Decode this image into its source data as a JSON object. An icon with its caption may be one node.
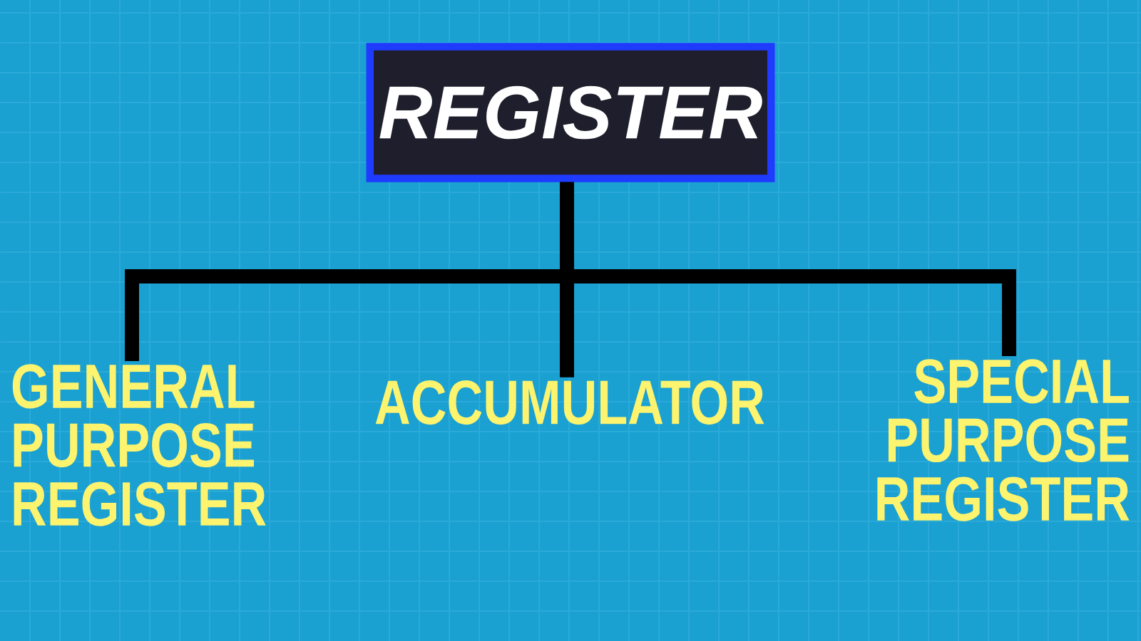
{
  "diagram": {
    "nodes": [
      {
        "text": [
          "REGISTER"
        ]
      },
      {
        "text": [
          "GENERAL PURPOSE REGISTER"
        ]
      },
      {
        "text": [
          "ACCUMULATOR"
        ]
      },
      {
        "text": [
          "SPECIAL PURPOSE REGISTER"
        ]
      }
    ],
    "edges": [
      {
        "from": 0,
        "to": 1,
        "arrow": "none"
      },
      {
        "from": 0,
        "to": 2,
        "arrow": "none"
      },
      {
        "from": 0,
        "to": 3,
        "arrow": "none"
      }
    ]
  }
}
